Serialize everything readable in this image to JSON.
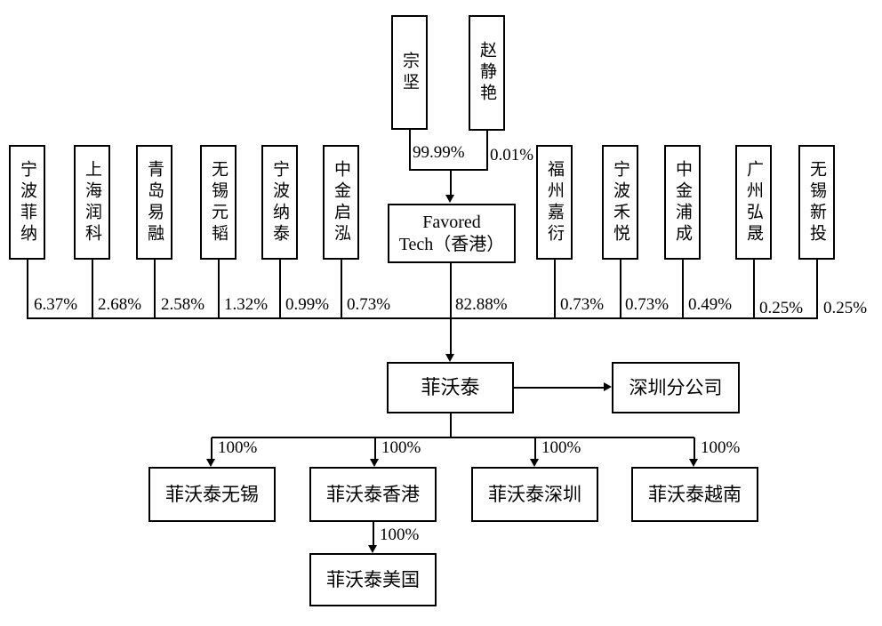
{
  "colors": {
    "line": "#000000",
    "text": "#000000",
    "background": "#ffffff"
  },
  "diagram": {
    "top_shareholders": [
      {
        "name": "宗坚",
        "stake": "99.99%"
      },
      {
        "name": "赵静艳",
        "stake": "0.01%"
      }
    ],
    "holding_company": {
      "line1": "Favored",
      "line2": "Tech（香港）",
      "stake": "82.88%"
    },
    "minor_shareholders": [
      {
        "name": "宁波菲纳",
        "stake": "6.37%"
      },
      {
        "name": "上海润科",
        "stake": "2.68%"
      },
      {
        "name": "青岛易融",
        "stake": "2.58%"
      },
      {
        "name": "无锡元韬",
        "stake": "1.32%"
      },
      {
        "name": "宁波纳泰",
        "stake": "0.99%"
      },
      {
        "name": "中金启泓",
        "stake": "0.73%"
      },
      {
        "name": "福州嘉衍",
        "stake": "0.73%"
      },
      {
        "name": "宁波禾悦",
        "stake": "0.73%"
      },
      {
        "name": "中金浦成",
        "stake": "0.49%"
      },
      {
        "name": "广州弘晟",
        "stake": "0.25%"
      },
      {
        "name": "无锡新投",
        "stake": "0.25%"
      }
    ],
    "company": {
      "name": "菲沃泰"
    },
    "branch": {
      "name": "深圳分公司"
    },
    "subsidiaries": [
      {
        "name": "菲沃泰无锡",
        "stake": "100%"
      },
      {
        "name": "菲沃泰香港",
        "stake": "100%"
      },
      {
        "name": "菲沃泰深圳",
        "stake": "100%"
      },
      {
        "name": "菲沃泰越南",
        "stake": "100%"
      }
    ],
    "grandchild": {
      "name": "菲沃泰美国",
      "stake": "100%"
    }
  }
}
